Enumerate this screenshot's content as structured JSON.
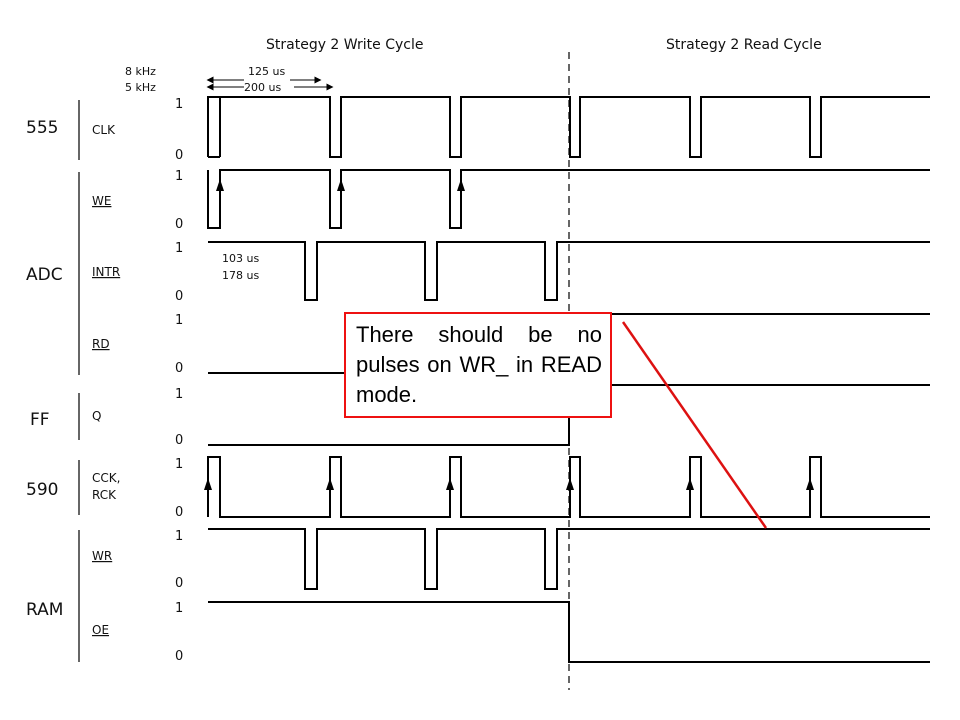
{
  "headers": {
    "write": "Strategy 2 Write Cycle",
    "read": "Strategy 2 Read Cycle"
  },
  "clock_annotation": {
    "freq_a": "8 kHz",
    "freq_b": "5 kHz",
    "period_a": "125 us",
    "period_b": "200 us"
  },
  "intr_annotation": {
    "a": "103 us",
    "b": "178 us"
  },
  "groups": {
    "g555": "555",
    "adc": "ADC",
    "ff": "FF",
    "g590": "590",
    "ram": "RAM"
  },
  "signals": {
    "clk": "CLK",
    "we": "WE",
    "intr": "INTR",
    "rd": "RD",
    "q": "Q",
    "cck": "CCK,",
    "rck": "RCK",
    "wr": "WR",
    "oe": "OE"
  },
  "levels": {
    "high": "1",
    "low": "0"
  },
  "note": {
    "text": "There should be no pulses on WR_ in READ mode."
  },
  "colors": {
    "trace": "#000000",
    "note_border": "#ee1111",
    "callout_line": "#dd1111"
  }
}
